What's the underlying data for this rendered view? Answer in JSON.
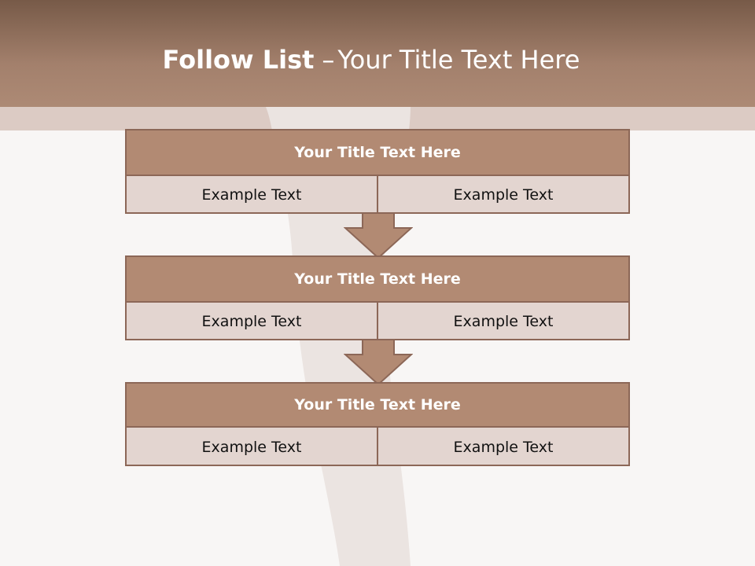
{
  "slide": {
    "title_bold": "Follow List",
    "title_sep": "–",
    "title_rest": "Your Title Text Here"
  },
  "colors": {
    "header": "#a3806c",
    "block_title": "#b28a73",
    "block_body": "#e3d5d0",
    "border": "#8c6757"
  },
  "steps": [
    {
      "title": "Your Title Text Here",
      "left": "Example Text",
      "right": "Example Text"
    },
    {
      "title": "Your Title Text Here",
      "left": "Example Text",
      "right": "Example Text"
    },
    {
      "title": "Your Title Text Here",
      "left": "Example Text",
      "right": "Example Text"
    }
  ]
}
